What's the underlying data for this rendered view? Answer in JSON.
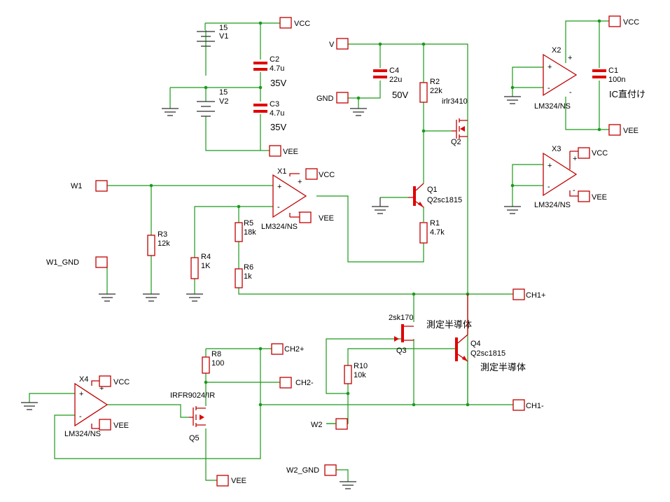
{
  "rails": {
    "vcc": "VCC",
    "vee": "VEE",
    "v": "V",
    "gnd": "GND"
  },
  "ports": {
    "w1": "W1",
    "w1_gnd": "W1_GND",
    "w2": "W2",
    "w2_gnd": "W2_GND",
    "ch1p": "CH1+",
    "ch1m": "CH1-",
    "ch2p": "CH2+",
    "ch2m": "CH2-"
  },
  "sources": {
    "v1": {
      "name": "V1",
      "value": "15"
    },
    "v2": {
      "name": "V2",
      "value": "15"
    }
  },
  "capacitors": {
    "c1": {
      "name": "C1",
      "value": "100n",
      "note": "IC直付け"
    },
    "c2": {
      "name": "C2",
      "value": "4.7u",
      "voltage": "35V"
    },
    "c3": {
      "name": "C3",
      "value": "4.7u",
      "voltage": "35V"
    },
    "c4": {
      "name": "C4",
      "value": "22u",
      "voltage": "50V"
    }
  },
  "resistors": {
    "r1": {
      "name": "R1",
      "value": "4.7k"
    },
    "r2": {
      "name": "R2",
      "value": "22k"
    },
    "r3": {
      "name": "R3",
      "value": "12k"
    },
    "r4": {
      "name": "R4",
      "value": "1K"
    },
    "r5": {
      "name": "R5",
      "value": "18k"
    },
    "r6": {
      "name": "R6",
      "value": "1k"
    },
    "r8": {
      "name": "R8",
      "value": "100"
    },
    "r10": {
      "name": "R10",
      "value": "10k"
    }
  },
  "opamps": {
    "x1": {
      "name": "X1",
      "model": "LM324/NS"
    },
    "x2": {
      "name": "X2",
      "model": "LM324/NS"
    },
    "x3": {
      "name": "X3",
      "model": "LM324/NS"
    },
    "x4": {
      "name": "X4",
      "model": "LM324/NS"
    }
  },
  "transistors": {
    "q1": {
      "name": "Q1",
      "model": "Q2sc1815"
    },
    "q2": {
      "name": "Q2",
      "model": "irlr3410"
    },
    "q3": {
      "name": "Q3",
      "model": "2sk170",
      "note": "測定半導体"
    },
    "q4": {
      "name": "Q4",
      "model": "Q2sc1815",
      "note": "測定半導体"
    },
    "q5": {
      "name": "Q5",
      "model": "IRFR9024/IR"
    }
  },
  "pin_signs": {
    "plus": "+",
    "minus": "-"
  }
}
